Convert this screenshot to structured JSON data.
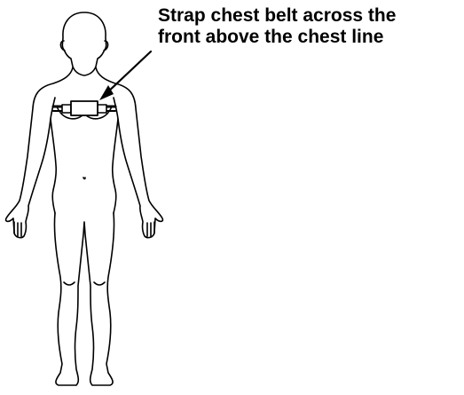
{
  "instruction": {
    "line1": "Strap chest belt across the",
    "line2": "front above the chest line"
  },
  "colors": {
    "outline": "#000000",
    "background": "#ffffff"
  },
  "icons": [
    "human-figure-outline",
    "chest-belt-strap",
    "pointer-arrow"
  ]
}
